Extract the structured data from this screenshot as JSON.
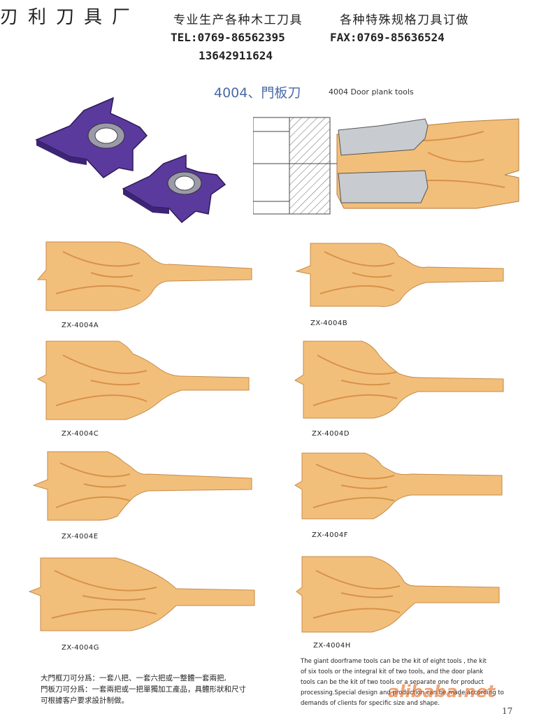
{
  "header": {
    "brand": "刃利刀具厂",
    "tagline_left": "专业生产各种木工刀具",
    "tagline_right": "各种特殊规格刀具订做",
    "tel": "TEL:0769-86562395",
    "fax": "FAX:0769-85636524",
    "mobile": "13642911624"
  },
  "section": {
    "title_cn": "4004、門板刀",
    "title_en": "4004 Door plank tools"
  },
  "colors": {
    "cutter_purple": "#5b3a9e",
    "wood": "#f2bf7a",
    "wood_grain": "#d8914a",
    "title_blue": "#4a6aa8"
  },
  "profiles": [
    {
      "label": "ZX-4004A"
    },
    {
      "label": "ZX-4004B"
    },
    {
      "label": "ZX-4004C"
    },
    {
      "label": "ZX-4004D"
    },
    {
      "label": "ZX-4004E"
    },
    {
      "label": "ZX-4004F"
    },
    {
      "label": "ZX-4004G"
    },
    {
      "label": "ZX-4004H"
    }
  ],
  "notes": {
    "cn_line1": "大門框刀可分爲：一套八把、一套六把或一整體一套兩把,",
    "cn_line2": "門板刀可分爲：一套兩把或一把單獨加工產品，具體形狀和尺寸",
    "cn_line3": "可根據客户要求設計制做。",
    "en_line1": "The giant doorframe tools can be the kit of eight tools , the kit",
    "en_line2": "of six tools or the integral kit of two tools, and the door plank",
    "en_line3": "tools can be the kit of two tools or a separate one for product",
    "en_line4": "processing.Special design and production can be made according to",
    "en_line5": "demands of clients for specific size and shape."
  },
  "page_number": "17",
  "watermark": "alibaba.net"
}
